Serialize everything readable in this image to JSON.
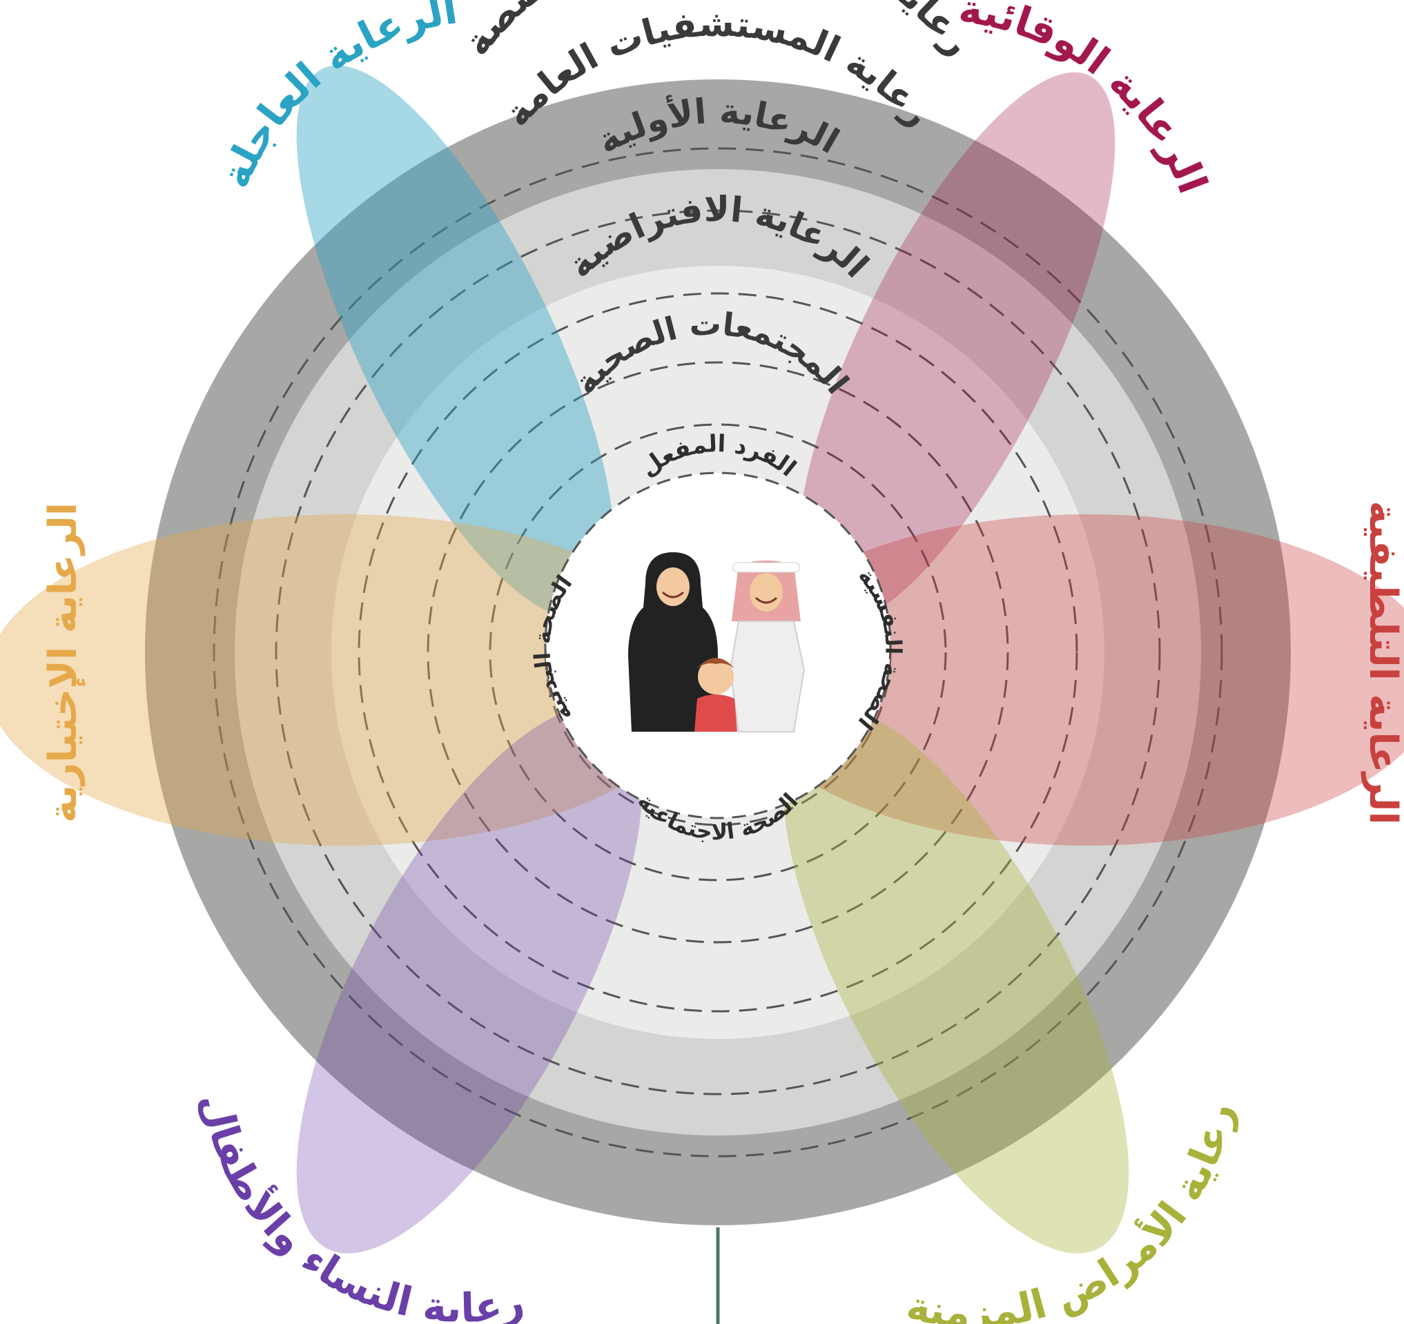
{
  "center": {
    "top_label": "الفرد المفعل",
    "right_label": "الصحة النفسية",
    "bottom_label": "الصحة الاجتماعية",
    "left_label": "الصحة البدنية",
    "illustration": "family-icon"
  },
  "rings": [
    {
      "label": "رعاية المستشفيات المتخصصة"
    },
    {
      "label": "رعاية المستشفيات العامة"
    },
    {
      "label": "الرعاية الأولية"
    },
    {
      "label": "الرعاية الافتراضية"
    },
    {
      "label": "المجتمعات الصحية"
    }
  ],
  "petals": {
    "urgent": {
      "label": "الرعاية العاجلة",
      "color": "#2aa3c4"
    },
    "preventive": {
      "label": "الرعاية الوقائية",
      "color": "#a3174f"
    },
    "palliative": {
      "label": "الرعاية التلطيفية",
      "color": "#c8413f"
    },
    "chronic": {
      "label": "رعاية الأمراض المزمنة",
      "color": "#a8b23a"
    },
    "women_children": {
      "label": "رعاية النساء والأطفال",
      "color": "#6a3fa8"
    },
    "elective": {
      "label": "الرعاية الإختيارية",
      "color": "#e6a94a"
    }
  },
  "colors": {
    "outer_band": "#a7a7a5",
    "light_band": "#d4d4d2",
    "inner_field": "#ebebea",
    "dash": "#555555",
    "stem": "#4f7a66"
  }
}
